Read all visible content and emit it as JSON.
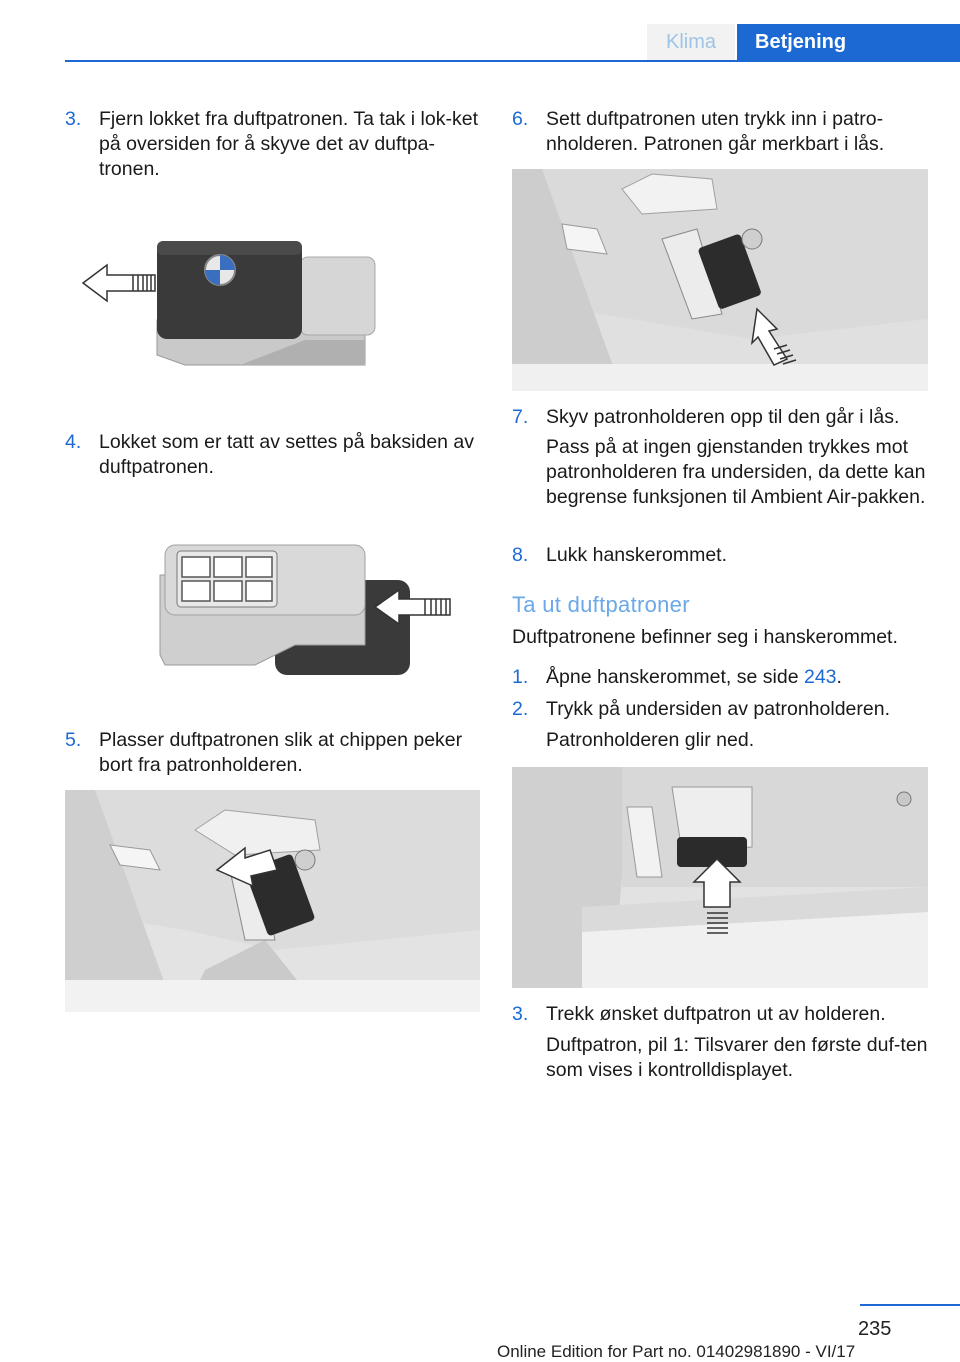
{
  "header": {
    "tab_inactive": "Klima",
    "tab_active": "Betjening"
  },
  "left": {
    "step3": {
      "num": "3.",
      "text": "Fjern lokket fra duftpatronen. Ta tak i lok-ket på oversiden for å skyve det av duftpa-tronen."
    },
    "step4": {
      "num": "4.",
      "text": "Lokket som er tatt av settes på baksiden av duftpatronen."
    },
    "step5": {
      "num": "5.",
      "text": "Plasser duftpatronen slik at chippen peker bort fra patronholderen."
    }
  },
  "right": {
    "step6": {
      "num": "6.",
      "text": "Sett duftpatronen uten trykk inn i patro-nholderen. Patronen går merkbart i lås."
    },
    "step7": {
      "num": "7.",
      "text": "Skyv patronholderen opp til den går i lås.",
      "note": "Pass på at ingen gjenstanden trykkes mot patronholderen fra undersiden, da dette kan begrense funksjonen til Ambient Air-pakken."
    },
    "step8": {
      "num": "8.",
      "text": "Lukk hanskerommet."
    },
    "section_heading": "Ta ut duftpatroner",
    "intro": "Duftpatronene befinner seg i hanskerommet.",
    "r1": {
      "num": "1.",
      "text_before": "Åpne hanskerommet, se side ",
      "link": "243",
      "text_after": "."
    },
    "r2": {
      "num": "2.",
      "text": "Trykk på undersiden av patronholderen.",
      "note": "Patronholderen glir ned."
    },
    "r3": {
      "num": "3.",
      "text": "Trekk ønsket duftpatron ut av holderen.",
      "note": "Duftpatron, pil 1: Tilsvarer den første duf-ten som vises i kontrolldisplayet."
    }
  },
  "footer": {
    "page_number": "235",
    "edition": "Online Edition for Part no. 01402981890 - VI/17"
  }
}
